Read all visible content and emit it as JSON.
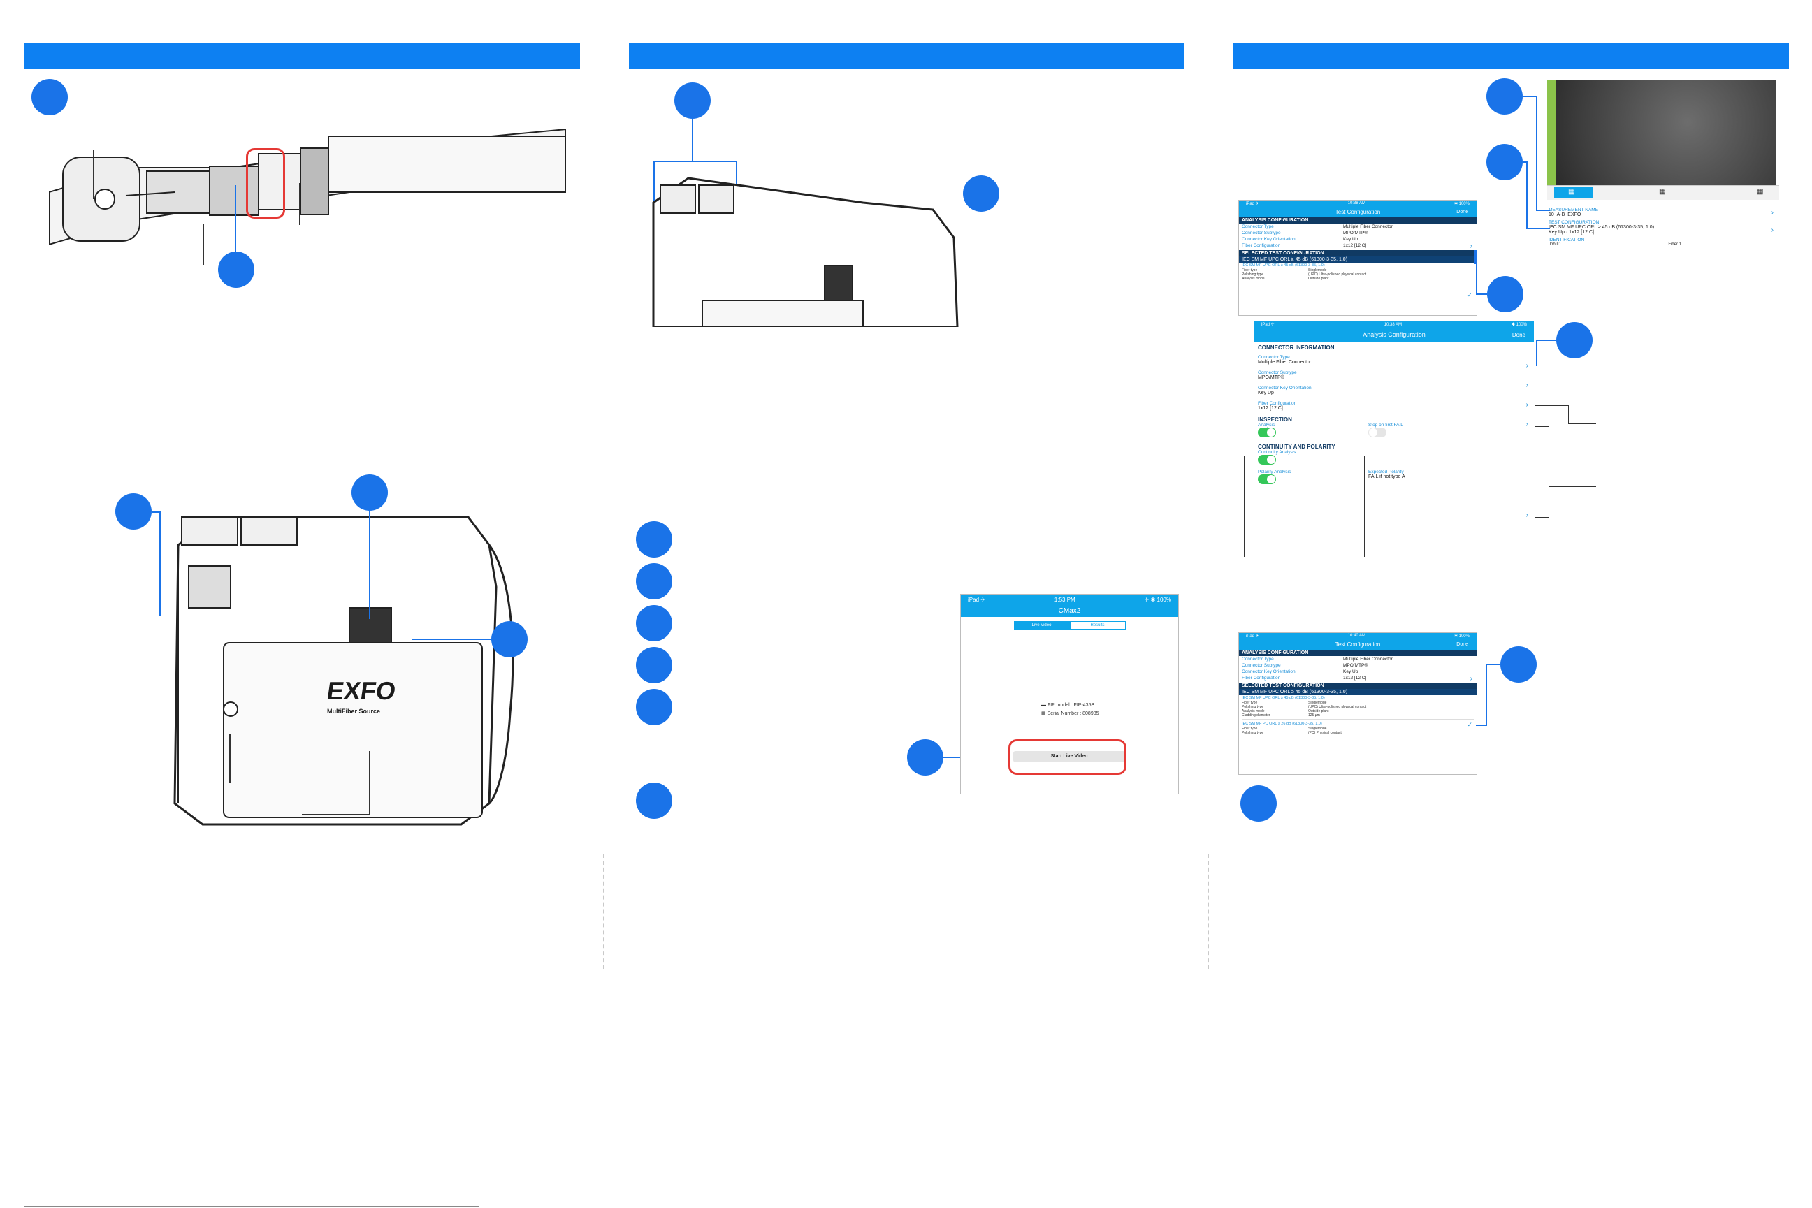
{
  "panel2_app": {
    "status_left": "iPad ✈",
    "status_center": "1:53 PM",
    "status_right": "✈ ✱ 100%",
    "title": "CMax2",
    "tab_live": "Live Video",
    "tab_results": "Results",
    "fip_model": "FIP model : FIP-435B",
    "serial_number": "Serial Number : 808985",
    "start_button": "Start Live Video"
  },
  "test_config_1": {
    "status_left": "iPad ✈",
    "status_center": "10:38 AM",
    "status_right": "✱ 100%",
    "title": "Test Configuration",
    "done": "Done",
    "analysis_header": "ANALYSIS CONFIGURATION",
    "rows": [
      {
        "k": "Connector Type",
        "v": "Multiple Fiber Connector"
      },
      {
        "k": "Connector Subtype",
        "v": "MPO/MTP®"
      },
      {
        "k": "Connector Key Orientation",
        "v": "Key Up"
      },
      {
        "k": "Fiber Configuration",
        "v": "1x12 [12 C]"
      }
    ],
    "selected_header": "SELECTED TEST CONFIGURATION",
    "selected_value": "IEC SM MF UPC ORL ≥ 45 dB (61300-3-35, 1.0)",
    "sub_title": "IEC SM MF UPC ORL ≥ 45 dB (61300-3-35, 1.0)",
    "details": [
      {
        "k": "Fiber type",
        "v": "Singlemode"
      },
      {
        "k": "Polishing type",
        "v": "(UPC) Ultra-polished physical contact"
      },
      {
        "k": "Analysis mode",
        "v": "Outside plant"
      }
    ]
  },
  "analysis_config": {
    "status_left": "iPad ✈",
    "status_center": "10:38 AM",
    "status_right": "✱ 100%",
    "title": "Analysis Configuration",
    "done": "Done",
    "connector_header": "CONNECTOR INFORMATION",
    "connector_rows": [
      {
        "k": "Connector Type",
        "v": "Multiple Fiber Connector"
      },
      {
        "k": "Connector Subtype",
        "v": "MPO/MTP®"
      },
      {
        "k": "Connector Key Orientation",
        "v": "Key Up"
      },
      {
        "k": "Fiber Configuration",
        "v": "1x12 [12 C]"
      }
    ],
    "inspection_header": "INSPECTION",
    "analysis_label": "Analysis",
    "stop_on_fail_label": "Stop on first FAIL",
    "continuity_header": "CONTINUITY AND POLARITY",
    "continuity_label": "Continuity Analysis",
    "polarity_label": "Polarity Analysis",
    "expected_polarity_label": "Expected Polarity",
    "expected_polarity_value": "FAIL if not type A"
  },
  "test_config_2": {
    "status_left": "iPad ✈",
    "status_center": "10:40 AM",
    "status_right": "✱ 100%",
    "title": "Test Configuration",
    "done": "Done",
    "analysis_header": "ANALYSIS CONFIGURATION",
    "rows": [
      {
        "k": "Connector Type",
        "v": "Multiple Fiber Connector"
      },
      {
        "k": "Connector Subtype",
        "v": "MPO/MTP®"
      },
      {
        "k": "Connector Key Orientation",
        "v": "Key Up"
      },
      {
        "k": "Fiber Configuration",
        "v": "1x12 [12 C]"
      }
    ],
    "selected_header": "SELECTED TEST CONFIGURATION",
    "selected_value": "IEC SM MF UPC ORL ≥ 45 dB (61300-3-35, 1.0)",
    "option1_title": "IEC SM MF UPC ORL ≥ 45 dB (61300-3-35, 1.0)",
    "option1_details": [
      {
        "k": "Fiber type",
        "v": "Singlemode"
      },
      {
        "k": "Polishing type",
        "v": "(UPC) Ultra-polished physical contact"
      },
      {
        "k": "Analysis mode",
        "v": "Outside plant"
      },
      {
        "k": "Cladding diameter",
        "v": "125 µm"
      }
    ],
    "option2_title": "IEC SM MF PC ORL ≥ 26 dB (61300-3-35, 1.0)",
    "option2_details": [
      {
        "k": "Fiber type",
        "v": "Singlemode"
      },
      {
        "k": "Polishing type",
        "v": "(PC) Physical contact"
      }
    ]
  },
  "live_panel": {
    "measurement_name_label": "MEASUREMENT NAME",
    "measurement_name_value": "10_A-B_EXFO",
    "test_config_label": "TEST CONFIGURATION",
    "test_config_value": "IEC SM MF UPC ORL ≥ 45 dB (61300-3-35, 1.0)",
    "key_line": "Key Up  ·  1x12 [12 C]",
    "identification_label": "IDENTIFICATION",
    "identification_left": "Job ID",
    "identification_right": "Fiber 1"
  },
  "device": {
    "brand": "EXFO",
    "model": "MultiFiber Source"
  }
}
